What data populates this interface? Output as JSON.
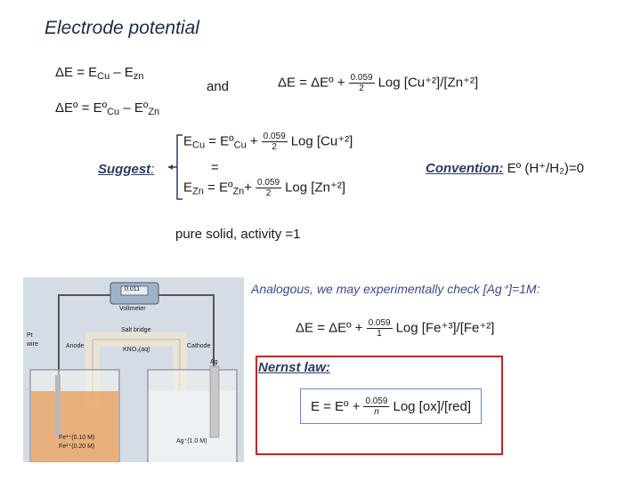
{
  "title": "Electrode potential",
  "eq1": {
    "lhs": "ΔE = E",
    "s1": "Cu",
    "mid": " – E",
    "s2": "zn"
  },
  "eq2": {
    "lhs": "ΔEº = Eº",
    "s1": "Cu",
    "mid": " – Eº",
    "s2": "Zn"
  },
  "and_word": "and",
  "eq3": {
    "lhs": "ΔE = ΔEº +",
    "num": "0.059",
    "den": "2",
    "rhs": "Log [Cu⁺²]/[Zn⁺²]"
  },
  "suggest": {
    "label": "Suggest",
    "colon": ":"
  },
  "eCu": {
    "lhs": "E",
    "sub": "Cu",
    "mid": " = Eº",
    "sub2": "Cu",
    "plus": " +",
    "num": "0.059",
    "den": "2",
    "rhs": "Log [Cu⁺²]"
  },
  "eMinus": "=",
  "eZn": {
    "lhs": "E",
    "sub": "Zn",
    "mid": " = Eº",
    "sub2": "Zn",
    "plus": "+",
    "num": "0.059",
    "den": "2",
    "rhs": "Log [Zn⁺²]"
  },
  "convention": {
    "label": "Convention:",
    "text": " Eº (H⁺/H₂)=0"
  },
  "pure": "pure solid, activity =1",
  "analogous": "Analogous, we may experimentally check [Ag⁺]=1M:",
  "eq4": {
    "lhs": "ΔE = ΔEº +",
    "num": "0.059",
    "den": "1",
    "rhs": "Log [Fe⁺³]/[Fe⁺²]"
  },
  "nernst": {
    "label": "Nernst law:",
    "lhs": "E = Eº +",
    "num": "0.059",
    "den": "n",
    "rhs": "Log [ox]/[red]"
  },
  "photo": {
    "voltmeter_value": "0.011",
    "voltmeter_label": "Voltmeter",
    "salt_bridge": "Salt bridge",
    "kno3": "KNO₃(aq)",
    "anode": "Anode",
    "cathode": "Cathode",
    "pt": "Pt",
    "wire": "wire",
    "ag": "Ag",
    "fe3": "Fe³⁺(0.10 M)",
    "fe2": "Fe²⁺(0.20 M)",
    "agplus": "Ag⁺(1.0 M)"
  }
}
